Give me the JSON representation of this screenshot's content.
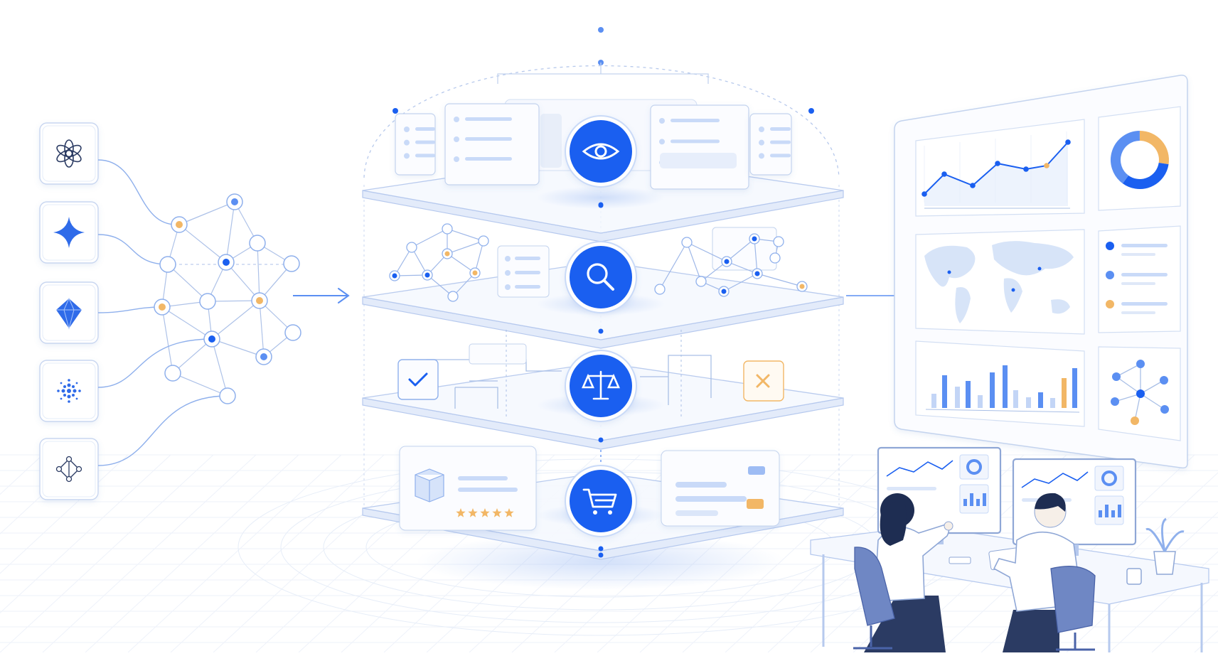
{
  "colors": {
    "accent": "#1a5ff0",
    "accent_light": "#5b8ff2",
    "accent_pale": "#c9daf8",
    "line": "#a9bfe6",
    "orange": "#f2b766",
    "panel": "#f7f9fe",
    "stroke": "#c3d3ee"
  },
  "model_sources": [
    {
      "icon": "openai-knot-icon"
    },
    {
      "icon": "four-point-sparkle-icon"
    },
    {
      "icon": "faceted-diamond-icon"
    },
    {
      "icon": "dot-burst-icon"
    },
    {
      "icon": "node-graph-icon"
    }
  ],
  "layers": [
    {
      "icon": "eye-icon",
      "theme": "observe"
    },
    {
      "icon": "magnifier-icon",
      "theme": "search"
    },
    {
      "icon": "balance-scale-icon",
      "theme": "evaluate"
    },
    {
      "icon": "shopping-cart-icon",
      "theme": "commerce"
    }
  ],
  "dashboard_widgets": [
    {
      "icon": "line-chart-icon"
    },
    {
      "icon": "donut-chart-icon"
    },
    {
      "icon": "world-map-icon"
    },
    {
      "icon": "bullet-list-icon"
    },
    {
      "icon": "bar-chart-icon"
    },
    {
      "icon": "network-graph-icon"
    }
  ],
  "rating_stars": 5
}
